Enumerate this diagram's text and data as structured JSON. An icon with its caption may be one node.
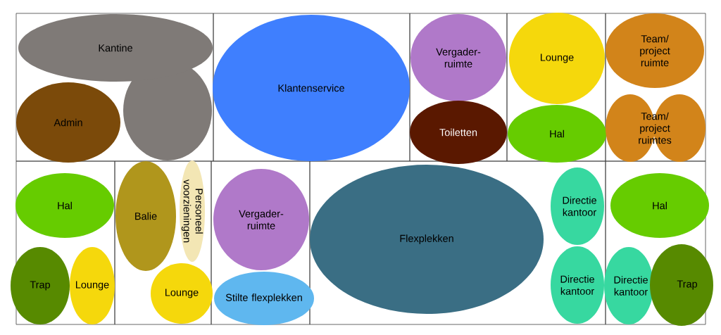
{
  "diagram": {
    "nodes": [
      {
        "text": [],
        "shape": "box"
      },
      {
        "text": [
          "Kantine"
        ],
        "in": 0
      },
      {
        "text": [
          "Admin"
        ],
        "in": 0
      },
      {
        "text": [],
        "shape": "box"
      },
      {
        "text": [
          "Klantenservice"
        ],
        "in": 3
      },
      {
        "text": [],
        "shape": "box"
      },
      {
        "text": [
          "Vergader- ruimte"
        ],
        "in": 5
      },
      {
        "text": [
          "Toiletten"
        ],
        "in": 5
      },
      {
        "text": [],
        "shape": "box"
      },
      {
        "text": [
          "Lounge"
        ],
        "in": 8
      },
      {
        "text": [
          "Hal"
        ],
        "in": 8
      },
      {
        "text": [],
        "shape": "box"
      },
      {
        "text": [
          "Team/ project ruimte"
        ],
        "in": 11
      },
      {
        "text": [
          "Team/ project ruimtes"
        ],
        "in": 11
      },
      {
        "text": [],
        "shape": "box"
      },
      {
        "text": [
          "Hal"
        ],
        "in": 14
      },
      {
        "text": [
          "Trap"
        ],
        "in": 14
      },
      {
        "text": [
          "Lounge"
        ],
        "in": 14
      },
      {
        "text": [],
        "shape": "box"
      },
      {
        "text": [
          "Balie"
        ],
        "in": 18
      },
      {
        "text": [
          "Personeel voorzieningen"
        ],
        "in": 18
      },
      {
        "text": [
          "Lounge"
        ],
        "in": 18
      },
      {
        "text": [],
        "shape": "box"
      },
      {
        "text": [
          "Vergader- ruimte"
        ],
        "in": 22
      },
      {
        "text": [
          "Stilte flexplekken"
        ],
        "in": 22
      },
      {
        "text": [],
        "shape": "box"
      },
      {
        "text": [
          "Flexplekken"
        ],
        "in": 25
      },
      {
        "text": [
          "Directie kantoor"
        ],
        "in": 25
      },
      {
        "text": [
          "Directie kantoor"
        ],
        "in": 25
      },
      {
        "text": [],
        "shape": "box"
      },
      {
        "text": [
          "Hal"
        ],
        "in": 29
      },
      {
        "text": [
          "Directie kantoor"
        ],
        "in": 29
      },
      {
        "text": [
          "Trap"
        ],
        "in": 29
      }
    ]
  }
}
